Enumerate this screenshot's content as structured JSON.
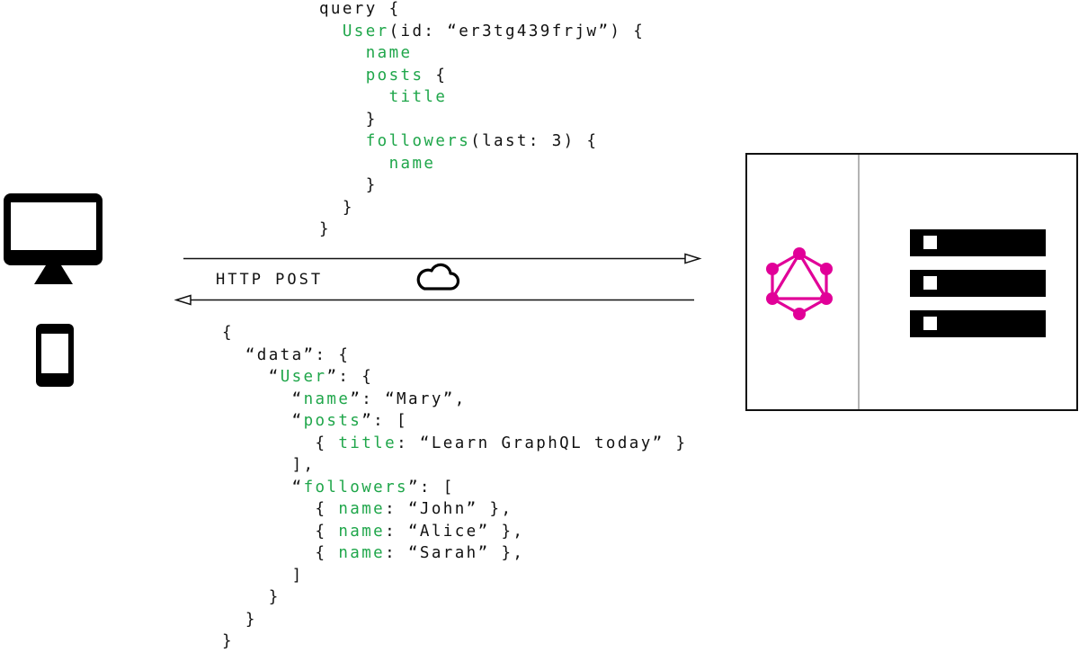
{
  "colors": {
    "field_green": "#1fa64a",
    "graphql_magenta": "#e10098",
    "text": "#111111",
    "divider": "#b3b3b3"
  },
  "clients": {
    "desktop": {
      "icon": "desktop-monitor-icon"
    },
    "mobile": {
      "icon": "smartphone-icon"
    }
  },
  "request": {
    "lines": [
      {
        "indent": "",
        "parts": [
          {
            "t": "query {",
            "g": false
          }
        ]
      },
      {
        "indent": "  ",
        "parts": [
          {
            "t": "User",
            "g": true
          },
          {
            "t": "(id: “er3tg439frjw”) {",
            "g": false
          }
        ]
      },
      {
        "indent": "    ",
        "parts": [
          {
            "t": "name",
            "g": true
          }
        ]
      },
      {
        "indent": "    ",
        "parts": [
          {
            "t": "posts",
            "g": true
          },
          {
            "t": " {",
            "g": false
          }
        ]
      },
      {
        "indent": "      ",
        "parts": [
          {
            "t": "title",
            "g": true
          }
        ]
      },
      {
        "indent": "    ",
        "parts": [
          {
            "t": "}",
            "g": false
          }
        ]
      },
      {
        "indent": "    ",
        "parts": [
          {
            "t": "followers",
            "g": true
          },
          {
            "t": "(last: 3) {",
            "g": false
          }
        ]
      },
      {
        "indent": "      ",
        "parts": [
          {
            "t": "name",
            "g": true
          }
        ]
      },
      {
        "indent": "    ",
        "parts": [
          {
            "t": "}",
            "g": false
          }
        ]
      },
      {
        "indent": "  ",
        "parts": [
          {
            "t": "}",
            "g": false
          }
        ]
      },
      {
        "indent": "",
        "parts": [
          {
            "t": "}",
            "g": false
          }
        ]
      }
    ]
  },
  "transport": {
    "label": "HTTP POST",
    "network_icon": "cloud-icon",
    "request_arrow": "right",
    "response_arrow": "left"
  },
  "response": {
    "lines": [
      {
        "indent": "",
        "parts": [
          {
            "t": "{",
            "g": false
          }
        ]
      },
      {
        "indent": "  ",
        "parts": [
          {
            "t": "“data”: {",
            "g": false
          }
        ]
      },
      {
        "indent": "    ",
        "parts": [
          {
            "t": "“",
            "g": false
          },
          {
            "t": "User",
            "g": true
          },
          {
            "t": "”: {",
            "g": false
          }
        ]
      },
      {
        "indent": "      ",
        "parts": [
          {
            "t": "“",
            "g": false
          },
          {
            "t": "name",
            "g": true
          },
          {
            "t": "”: “Mary”,",
            "g": false
          }
        ]
      },
      {
        "indent": "      ",
        "parts": [
          {
            "t": "“",
            "g": false
          },
          {
            "t": "posts",
            "g": true
          },
          {
            "t": "”: [",
            "g": false
          }
        ]
      },
      {
        "indent": "        ",
        "parts": [
          {
            "t": "{ ",
            "g": false
          },
          {
            "t": "title",
            "g": true
          },
          {
            "t": ": “Learn GraphQL today” }",
            "g": false
          }
        ]
      },
      {
        "indent": "      ",
        "parts": [
          {
            "t": "],",
            "g": false
          }
        ]
      },
      {
        "indent": "      ",
        "parts": [
          {
            "t": "“",
            "g": false
          },
          {
            "t": "followers",
            "g": true
          },
          {
            "t": "”: [",
            "g": false
          }
        ]
      },
      {
        "indent": "        ",
        "parts": [
          {
            "t": "{ ",
            "g": false
          },
          {
            "t": "name",
            "g": true
          },
          {
            "t": ": “John” },",
            "g": false
          }
        ]
      },
      {
        "indent": "        ",
        "parts": [
          {
            "t": "{ ",
            "g": false
          },
          {
            "t": "name",
            "g": true
          },
          {
            "t": ": “Alice” },",
            "g": false
          }
        ]
      },
      {
        "indent": "        ",
        "parts": [
          {
            "t": "{ ",
            "g": false
          },
          {
            "t": "name",
            "g": true
          },
          {
            "t": ": “Sarah” },",
            "g": false
          }
        ]
      },
      {
        "indent": "      ",
        "parts": [
          {
            "t": "]",
            "g": false
          }
        ]
      },
      {
        "indent": "    ",
        "parts": [
          {
            "t": "}",
            "g": false
          }
        ]
      },
      {
        "indent": "  ",
        "parts": [
          {
            "t": "}",
            "g": false
          }
        ]
      },
      {
        "indent": "",
        "parts": [
          {
            "t": "}",
            "g": false
          }
        ]
      }
    ]
  },
  "server": {
    "logo": "graphql-logo-icon",
    "rack_icon": "server-rack-icon",
    "rack_units": 3
  }
}
